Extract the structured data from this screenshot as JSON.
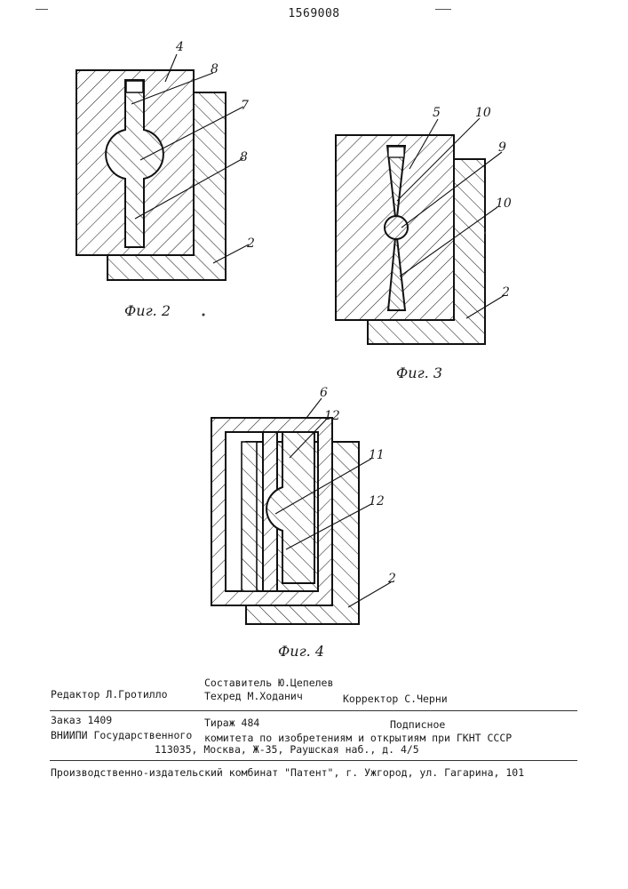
{
  "patent_number": "1569008",
  "figures": {
    "fig2": {
      "caption": "Фиг. 2",
      "labels": {
        "a": "4",
        "b": "8",
        "c": "7",
        "d": "8",
        "e": "2"
      }
    },
    "fig3": {
      "caption": "Фиг. 3",
      "labels": {
        "a": "5",
        "b": "10",
        "c": "9",
        "d": "10",
        "e": "2"
      }
    },
    "fig4": {
      "caption": "Фиг. 4",
      "labels": {
        "a": "6",
        "b": "12",
        "c": "11",
        "d": "12",
        "e": "2"
      }
    }
  },
  "colophon": {
    "editor": "Редактор Л.Гротилло",
    "compiler": "Составитель Ю.Цепелев",
    "techred": "Техред М.Ходанич",
    "corrector": "Корректор С.Черни",
    "order": "Заказ 1409",
    "circulation": "Тираж 484",
    "subscription": "Подписное",
    "org_line1_left": "ВНИИПИ Государственного",
    "org_line1_right": "комитета по изобретениям и открытиям при ГКНТ СССР",
    "org_line2": "113035, Москва, Ж-35, Раушская наб., д. 4/5",
    "publisher": "Производственно-издательский комбинат \"Патент\", г. Ужгород, ул. Гагарина, 101"
  }
}
